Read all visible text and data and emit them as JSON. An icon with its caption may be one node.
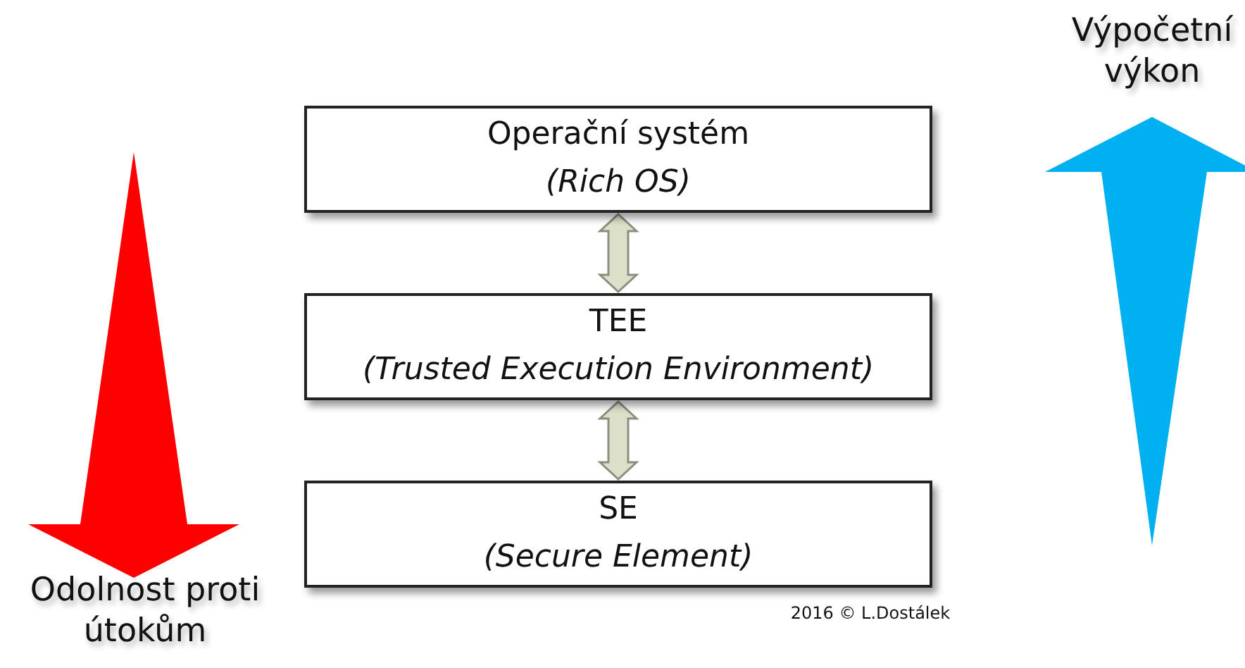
{
  "diagram": {
    "nodes": [
      {
        "text": [
          "Operační systém",
          "(Rich OS)"
        ]
      },
      {
        "text": [
          "TEE",
          "(Trusted Execution Environment)"
        ]
      },
      {
        "text": [
          "SE",
          "(Secure Element)"
        ]
      }
    ],
    "edges": [
      {
        "from": 0,
        "to": 1,
        "arrow": "both"
      },
      {
        "from": 1,
        "to": 2,
        "arrow": "both"
      }
    ],
    "labels": [
      "Výpočetní výkon",
      "Odolnost proti útokům",
      "2016 © L.Dostálek"
    ]
  }
}
